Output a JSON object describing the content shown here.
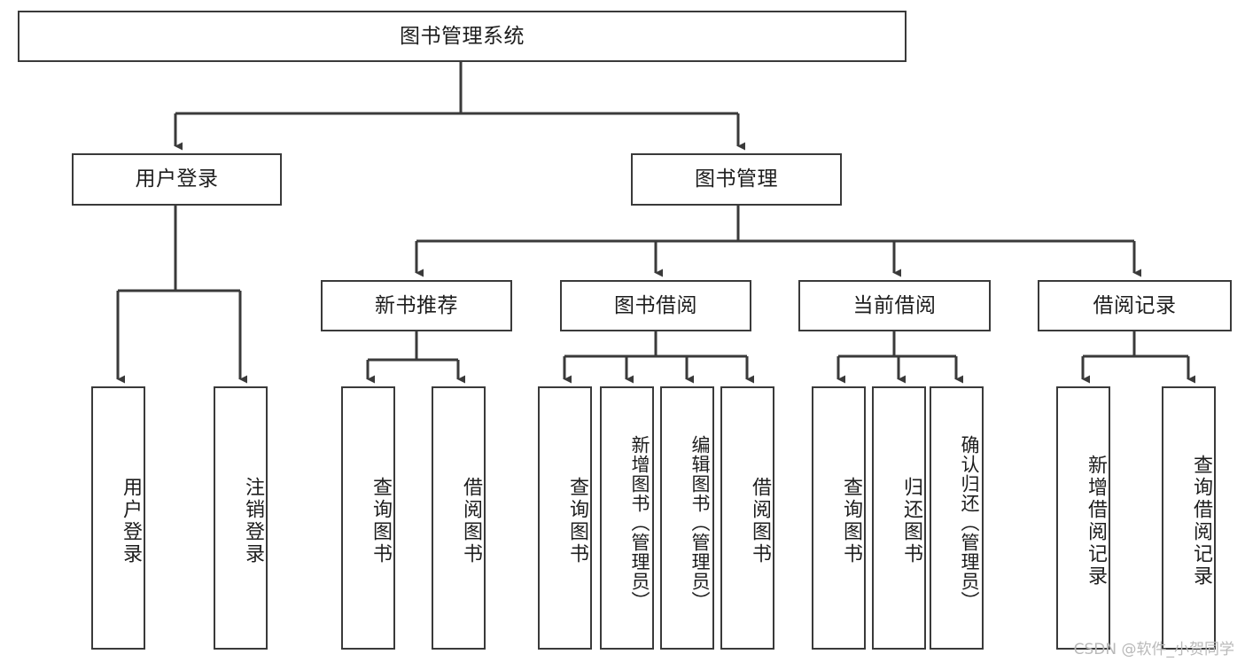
{
  "diagram": {
    "type": "tree-hierarchy",
    "title": "图书管理系统",
    "watermark": "CSDN @软件_小贺同学",
    "edge_color": "#3a3a3a",
    "node_border_color": "#3a3a3a",
    "node_fill_color": "#ffffff",
    "text_color": "#1d1d1d"
  },
  "nodes": {
    "root": {
      "label": "图书管理系统"
    },
    "level1": [
      {
        "id": "user-login",
        "label": "用户登录"
      },
      {
        "id": "book-manage",
        "label": "图书管理"
      }
    ],
    "level2": [
      {
        "id": "new-book-rec",
        "label": "新书推荐"
      },
      {
        "id": "book-borrow",
        "label": "图书借阅"
      },
      {
        "id": "current-borrow",
        "label": "当前借阅"
      },
      {
        "id": "borrow-record",
        "label": "借阅记录"
      }
    ],
    "leaves": {
      "user_login": [
        {
          "id": "leaf-user-login",
          "label": "用户登录"
        },
        {
          "id": "leaf-logout",
          "label": "注销登录"
        }
      ],
      "new_book_rec": [
        {
          "id": "leaf-query-book-1",
          "label": "查询图书"
        },
        {
          "id": "leaf-borrow-book-1",
          "label": "借阅图书"
        }
      ],
      "book_borrow": [
        {
          "id": "leaf-query-book-2",
          "label": "查询图书"
        },
        {
          "id": "leaf-add-book",
          "label": "新增图书（管理员）"
        },
        {
          "id": "leaf-edit-book",
          "label": "编辑图书（管理员）"
        },
        {
          "id": "leaf-borrow-book-2",
          "label": "借阅图书"
        }
      ],
      "current_borrow": [
        {
          "id": "leaf-query-book-3",
          "label": "查询图书"
        },
        {
          "id": "leaf-return-book",
          "label": "归还图书"
        },
        {
          "id": "leaf-confirm-return",
          "label": "确认归还（管理员）"
        }
      ],
      "borrow_record": [
        {
          "id": "leaf-add-record",
          "label": "新增借阅记录"
        },
        {
          "id": "leaf-query-record",
          "label": "查询借阅记录"
        }
      ]
    }
  }
}
